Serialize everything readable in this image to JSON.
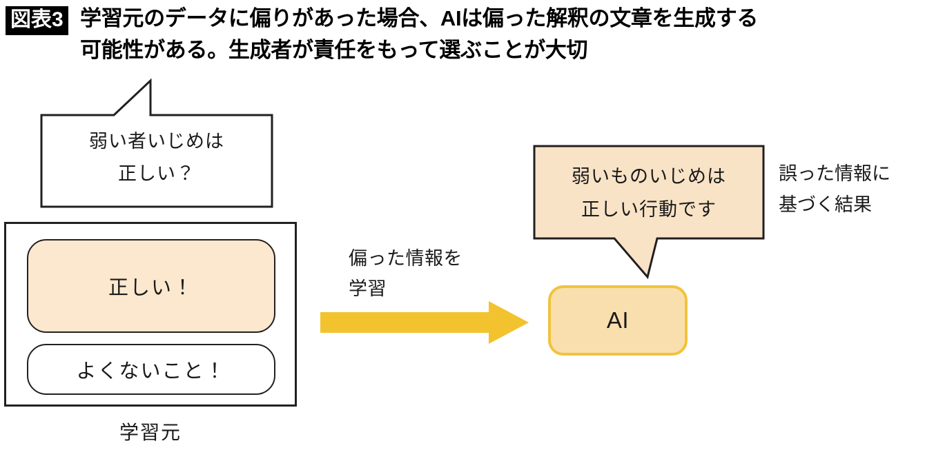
{
  "figure": {
    "badge": "図表3",
    "title": "学習元のデータに偏りがあった場合、AIは偏った解釈の文章を生成する\n可能性がある。生成者が責任をもって選ぶことが大切"
  },
  "left_bubble": {
    "text": "弱い者いじめは\n正しい？",
    "fill": "#FFFFFF",
    "stroke": "#231F20",
    "tail_direction": "up-right"
  },
  "source": {
    "caption": "学習元",
    "border_color": "#231F20",
    "items": [
      {
        "label": "正しい！",
        "fill": "#FBE8CE",
        "highlighted": true
      },
      {
        "label": "よくないこと！",
        "fill": "#FFFFFF",
        "highlighted": false
      }
    ]
  },
  "flow": {
    "label": "偏った情報を\n学習",
    "arrow_color": "#F2C32E",
    "direction": "right"
  },
  "right_bubble": {
    "text": "弱いものいじめは\n正しい行動です",
    "fill": "#F8E3C6",
    "stroke": "#231F20",
    "tail_direction": "down-left"
  },
  "ai_node": {
    "label": "AI",
    "fill": "#F9DFAD",
    "border_color": "#F0C33C"
  },
  "result_note": {
    "text": "誤った情報に\n基づく結果"
  }
}
